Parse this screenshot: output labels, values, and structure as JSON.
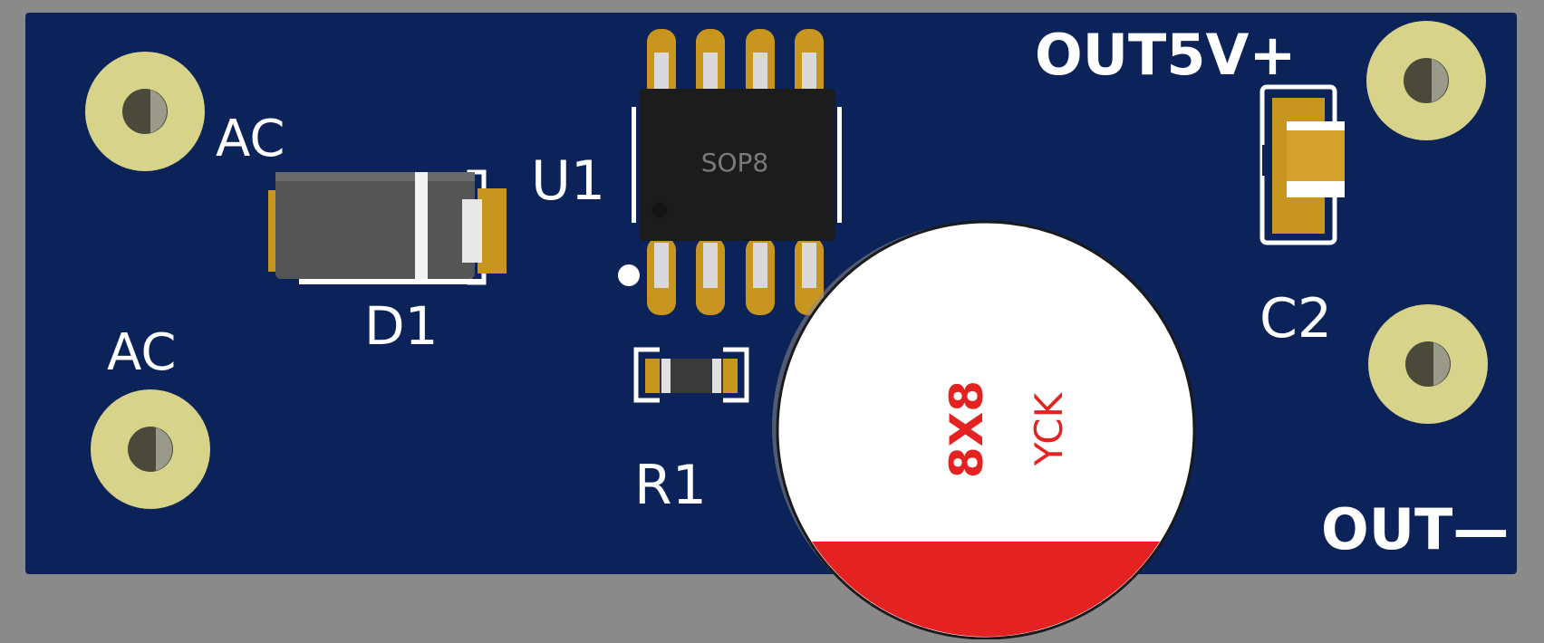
{
  "board": {
    "labels": {
      "ac_top": "AC",
      "ac_bottom": "AC",
      "out_pos": "OUT5V+",
      "out_neg": "OUT—",
      "u1": "U1",
      "d1": "D1",
      "r1": "R1",
      "c2": "C2"
    },
    "ic_marking": "SOP8",
    "capacitor_marking": {
      "size": "8X8",
      "brand": "YCK"
    }
  },
  "colors": {
    "pcb": "#0b2358",
    "edge": "#8a8a8a",
    "pad": "#d8d38a",
    "hole": "#4a4a3a",
    "gold": "#c8961e",
    "silkscreen": "#ffffff",
    "capacitor_red": "#e42222"
  }
}
